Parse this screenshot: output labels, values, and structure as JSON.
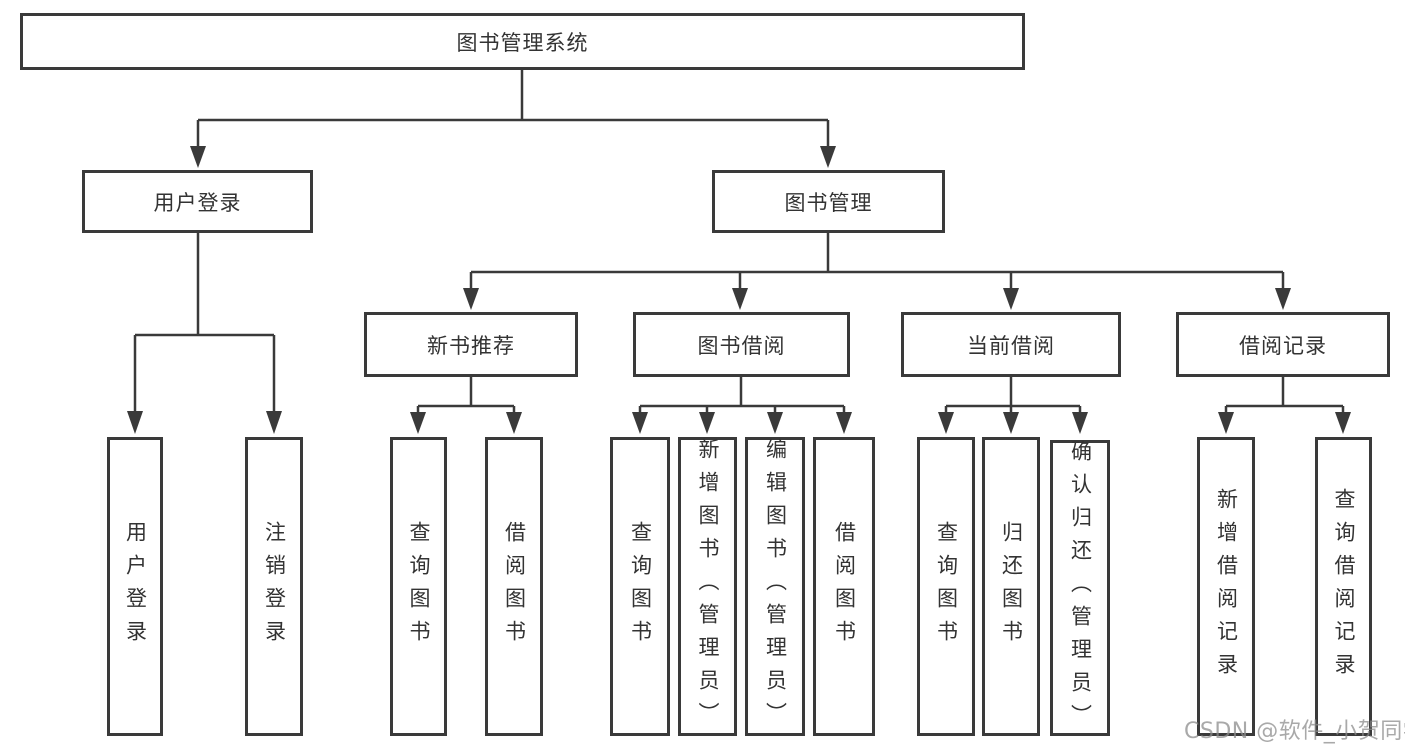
{
  "diagram": {
    "root": {
      "label": "图书管理系统"
    },
    "branches": [
      {
        "label": "用户登录",
        "leaves": [
          {
            "label": "用户登录"
          },
          {
            "label": "注销登录"
          }
        ]
      },
      {
        "label": "图书管理",
        "children": [
          {
            "label": "新书推荐",
            "leaves": [
              {
                "label": "查询图书"
              },
              {
                "label": "借阅图书"
              }
            ]
          },
          {
            "label": "图书借阅",
            "leaves": [
              {
                "label": "查询图书"
              },
              {
                "label": "新增图书（管理员）"
              },
              {
                "label": "编辑图书（管理员）"
              },
              {
                "label": "借阅图书"
              }
            ]
          },
          {
            "label": "当前借阅",
            "leaves": [
              {
                "label": "查询图书"
              },
              {
                "label": "归还图书"
              },
              {
                "label": "确认归还（管理员）"
              }
            ]
          },
          {
            "label": "借阅记录",
            "leaves": [
              {
                "label": "新增借阅记录"
              },
              {
                "label": "查询借阅记录"
              }
            ]
          }
        ]
      }
    ]
  },
  "watermark": {
    "text": "CSDN @软件_小贺同学"
  },
  "colors": {
    "line": "#3a3a3a",
    "text": "#333333",
    "box_fill": "#ffffff",
    "background": "#ffffff",
    "watermark": "#8c8c8c"
  }
}
